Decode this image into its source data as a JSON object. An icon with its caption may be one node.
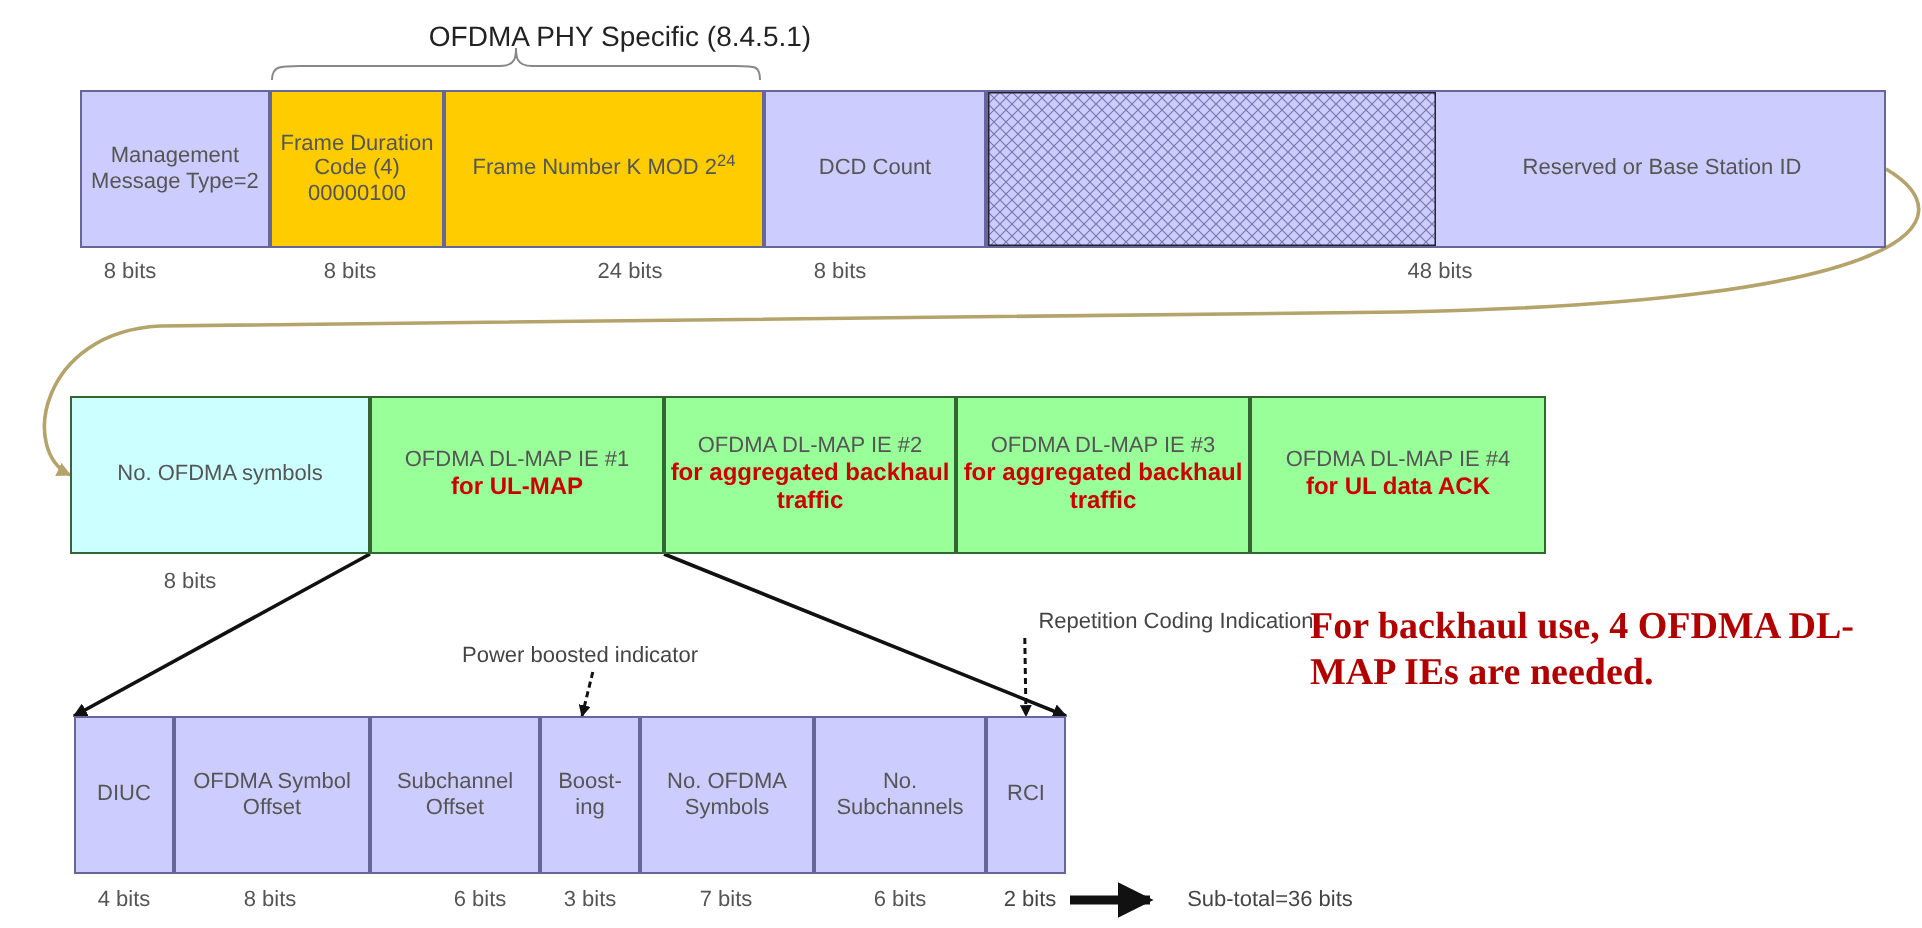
{
  "diagram": {
    "nodes": [
      {
        "text": [
          "Management Message Type=2"
        ]
      },
      {
        "text": [
          "Frame Duration Code (4) 00000100"
        ]
      },
      {
        "text": [
          "Frame Number K MOD 2$^{24}$"
        ]
      },
      {
        "text": [
          "DCD Count"
        ]
      },
      {
        "text": [
          "Reserved or Base Station ID"
        ]
      },
      {
        "text": [
          "No. OFDMA symbols"
        ]
      },
      {
        "text": [
          "OFDMA DL-MAP IE #1",
          "for UL-MAP"
        ]
      },
      {
        "text": [
          "OFDMA DL-MAP IE #2",
          "for aggregated backhaul traffic"
        ]
      },
      {
        "text": [
          "OFDMA DL-MAP IE #3",
          "for aggregated backhaul traffic"
        ]
      },
      {
        "text": [
          "OFDMA DL-MAP IE #4",
          "for UL data ACK"
        ]
      },
      {
        "text": [
          "DIUC"
        ]
      },
      {
        "text": [
          "OFDMA Symbol Offset"
        ]
      },
      {
        "text": [
          "Subchannel Offset"
        ]
      },
      {
        "text": [
          "Boost-ing"
        ]
      },
      {
        "text": [
          "No. OFDMA Symbols"
        ]
      },
      {
        "text": [
          "No. Subchannels"
        ]
      },
      {
        "text": [
          "RCI"
        ]
      },
      {
        "text": [
          "Power boosted indicator"
        ]
      },
      {
        "text": [
          "Repetition Coding Indication"
        ]
      },
      {
        "text": [
          "2 bits"
        ]
      },
      {
        "text": [
          "Sub-total=36 bits"
        ]
      }
    ],
    "edges": [
      {
        "from": 4,
        "to": 5,
        "arrow": "to",
        "color": "#b4a36a"
      },
      {
        "from": 6,
        "to": 10,
        "arrow": "to"
      },
      {
        "from": 6,
        "to": 16,
        "arrow": "to"
      },
      {
        "from": 17,
        "to": 13,
        "arrow": "to",
        "style": "dashed"
      },
      {
        "from": 18,
        "to": 16,
        "arrow": "to",
        "style": "dashed"
      },
      {
        "from": 19,
        "to": 20,
        "arrow": "to",
        "style": "thick"
      }
    ],
    "labels": [
      "OFDMA PHY Specific (8.4.5.1)",
      "8 bits",
      "8 bits",
      "24 bits",
      "8 bits",
      "48 bits",
      "8 bits",
      "4 bits",
      "8 bits",
      "6 bits",
      "3 bits",
      "7 bits",
      "6 bits",
      "For backhaul use, 4 OFDMA DL-MAP IEs are needed."
    ]
  }
}
